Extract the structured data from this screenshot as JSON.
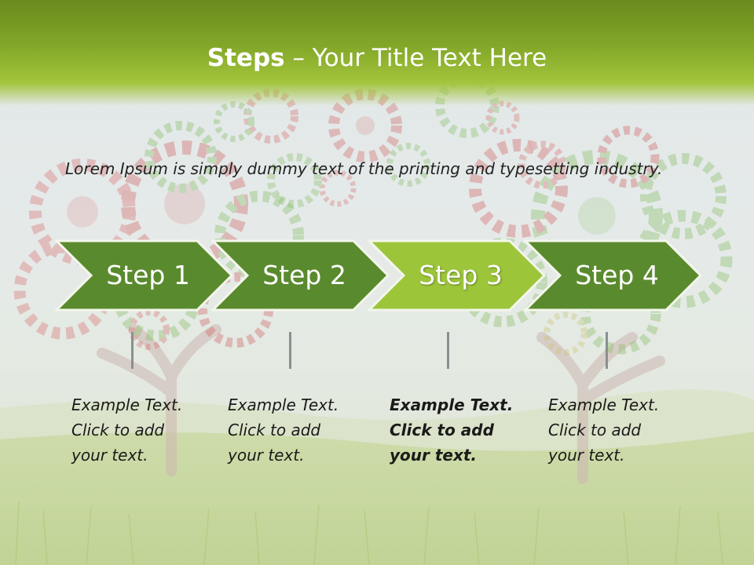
{
  "title": {
    "bold": "Steps",
    "rest": " – Your Title Text Here"
  },
  "intro": "Lorem Ipsum is simply dummy text of the printing and typesetting industry.",
  "steps": [
    {
      "label": "Step 1",
      "text": "Example Text.\nClick  to add\nyour text.",
      "highlighted": false
    },
    {
      "label": "Step 2",
      "text": "Example Text.\nClick  to add\nyour text.",
      "highlighted": false
    },
    {
      "label": "Step 3",
      "text": "Example Text.\nClick  to add\nyour text.",
      "highlighted": true
    },
    {
      "label": "Step 4",
      "text": "Example Text.\nClick  to add\nyour text.",
      "highlighted": false
    }
  ],
  "colors": {
    "title_bar": "#84a829",
    "step_default": "#5a8a2e",
    "step_highlight": "#9cc53a",
    "step_border": "#f3f6ea"
  },
  "icons": {
    "background": "gear-tree-illustration"
  }
}
